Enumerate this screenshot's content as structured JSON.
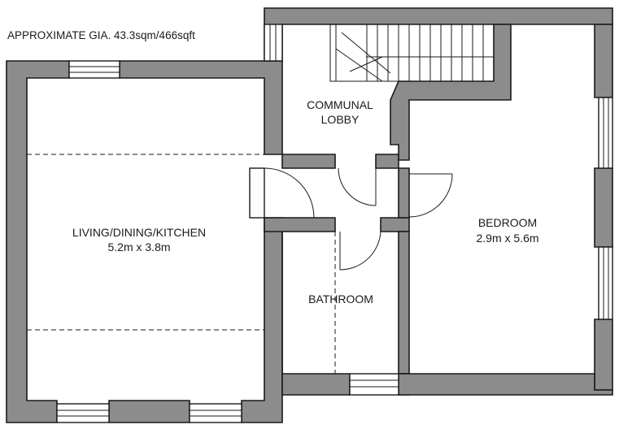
{
  "gia_text": "APPROXIMATE GIA. 43.3sqm/466sqft",
  "rooms": {
    "living": {
      "name": "LIVING/DINING/KITCHEN",
      "size": "5.2m x 3.8m"
    },
    "lobby": {
      "name_line1": "COMMUNAL",
      "name_line2": "LOBBY"
    },
    "bedroom": {
      "name": "BEDROOM",
      "size": "2.9m x 5.6m"
    },
    "bathroom": {
      "name": "BATHROOM"
    }
  },
  "colors": {
    "wall_fill": "#8c8c8c",
    "outline": "#1a1a1a",
    "background": "#ffffff"
  }
}
